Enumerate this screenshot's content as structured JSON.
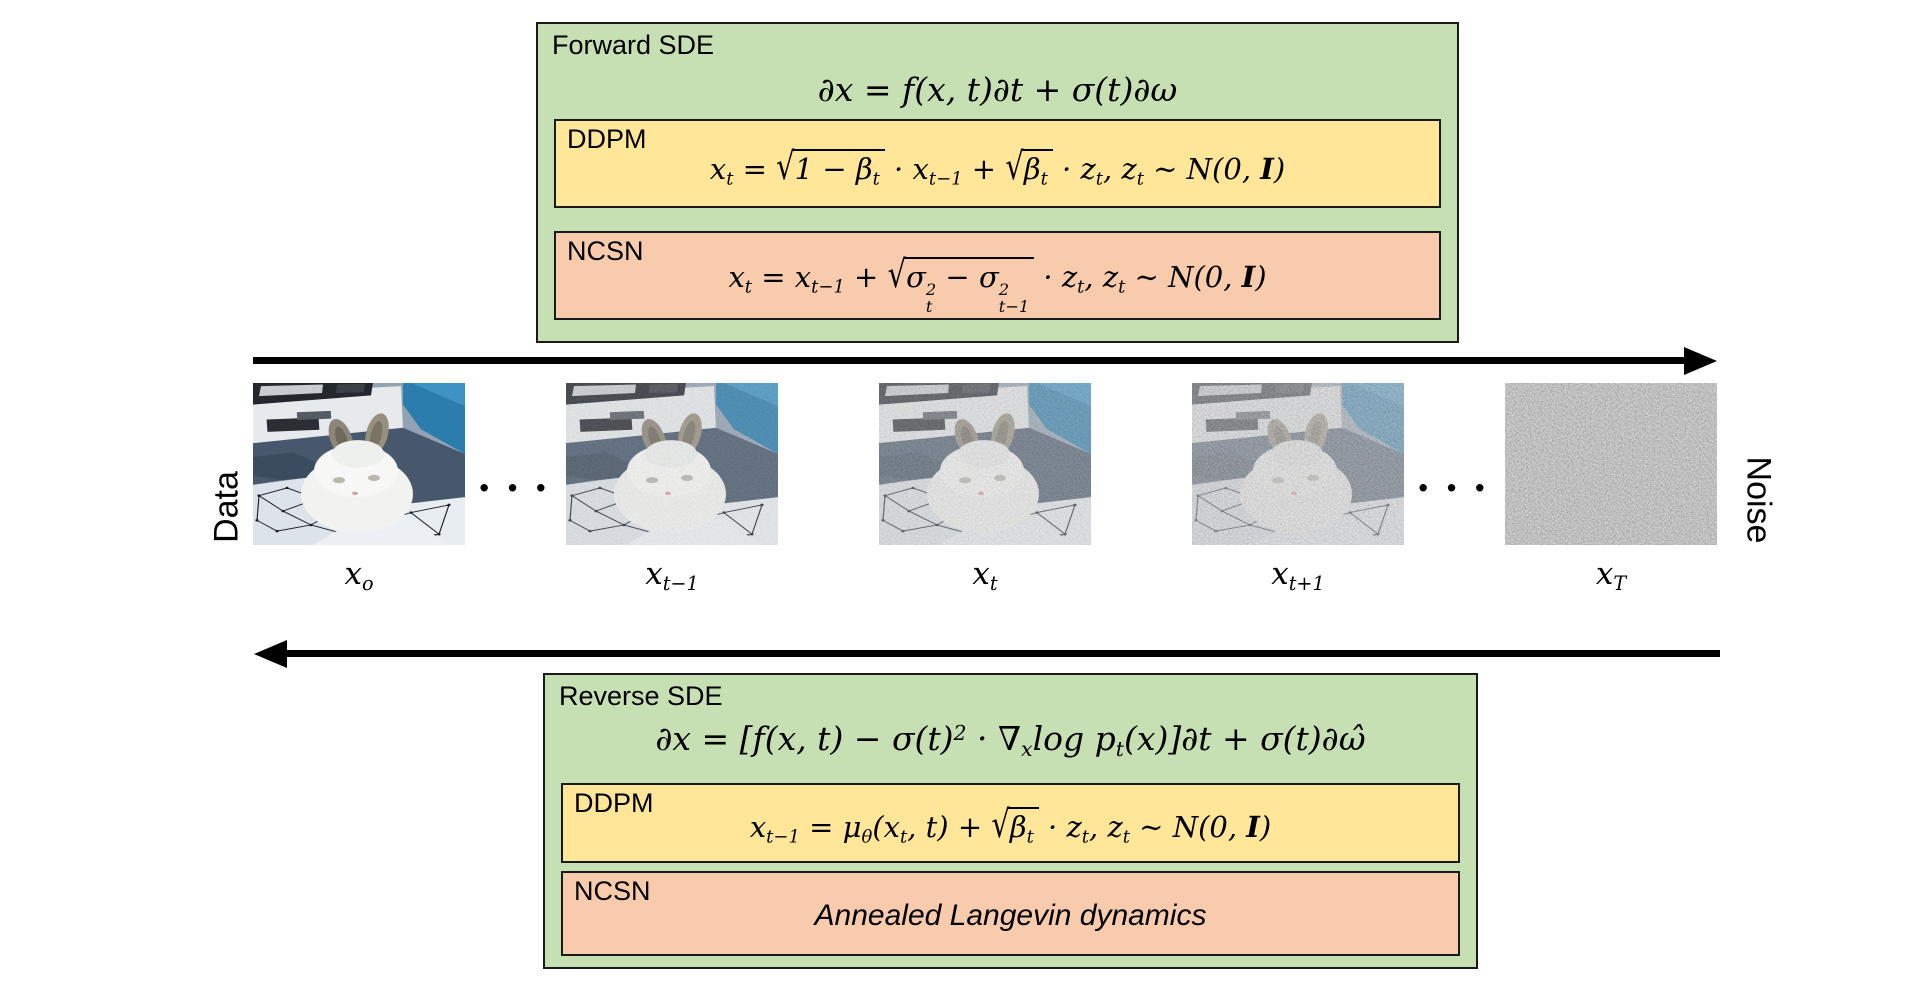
{
  "colors": {
    "box_green": "#C6E0B4",
    "box_yellow": "#FFE699",
    "box_orange": "#F8CBAD",
    "arrow_black": "#000000"
  },
  "forward": {
    "title": "Forward SDE",
    "equation_html": "∂x = f(x, t)∂t + σ(t)∂ω",
    "ddpm": {
      "label": "DDPM",
      "equation_html": "x<sub>t</sub> = <span class='rad'><span class='rsym'>√</span><span class='rbar'>1 − β<sub>t</sub></span></span> · x<sub>t−1</sub> + <span class='rad'><span class='rsym'>√</span><span class='rbar'>β<sub>t</sub></span></span> · z<sub>t</sub>, z<sub>t</sub> ∼ N(0, <b>I</b>)"
    },
    "ncsn": {
      "label": "NCSN",
      "equation_html": "x<sub>t</sub> = x<sub>t−1</sub> + <span class='rad'><span class='rsym'>√</span><span class='rbar'>σ<span class='stk'><span>2</span><span>t</span></span> − σ<span class='stk'><span>2</span><span>t−1</span></span></span></span> · z<sub>t</sub>, z<sub>t</sub> ∼ N(0, <b>I</b>)"
    }
  },
  "reverse": {
    "title": "Reverse SDE",
    "equation_html": "∂x = [f(x, t) − σ(t)<sup>2</sup> · ∇<sub>x</sub>log p<sub>t</sub>(x)]∂t + σ(t)∂ω̂",
    "ddpm": {
      "label": "DDPM",
      "equation_html": "x<sub>t−1</sub> = μ<sub>θ</sub>(x<sub>t</sub>, t) + <span class='rad'><span class='rsym'>√</span><span class='rbar'>β<sub>t</sub></span></span> · z<sub>t</sub>, z<sub>t</sub> ∼ N(0, <b>I</b>)"
    },
    "ncsn": {
      "label": "NCSN",
      "text": "Annealed Langevin dynamics"
    }
  },
  "strip": {
    "left_axis_label": "Data",
    "right_axis_label": "Noise",
    "dots": "• • •",
    "frames": [
      {
        "label_html": "x<sub>o</sub>",
        "kind": "photo",
        "noise_level": 0,
        "dots_after": true
      },
      {
        "label_html": "x<sub>t−1</sub>",
        "kind": "photo",
        "noise_level": 0.24,
        "dots_after": false
      },
      {
        "label_html": "x<sub>t</sub>",
        "kind": "photo",
        "noise_level": 0.42,
        "dots_after": false
      },
      {
        "label_html": "x<sub>t+1</sub>",
        "kind": "photo",
        "noise_level": 0.6,
        "dots_after": true
      },
      {
        "label_html": "x<sub>T</sub>",
        "kind": "noise",
        "noise_level": 1,
        "dots_after": false
      }
    ]
  }
}
